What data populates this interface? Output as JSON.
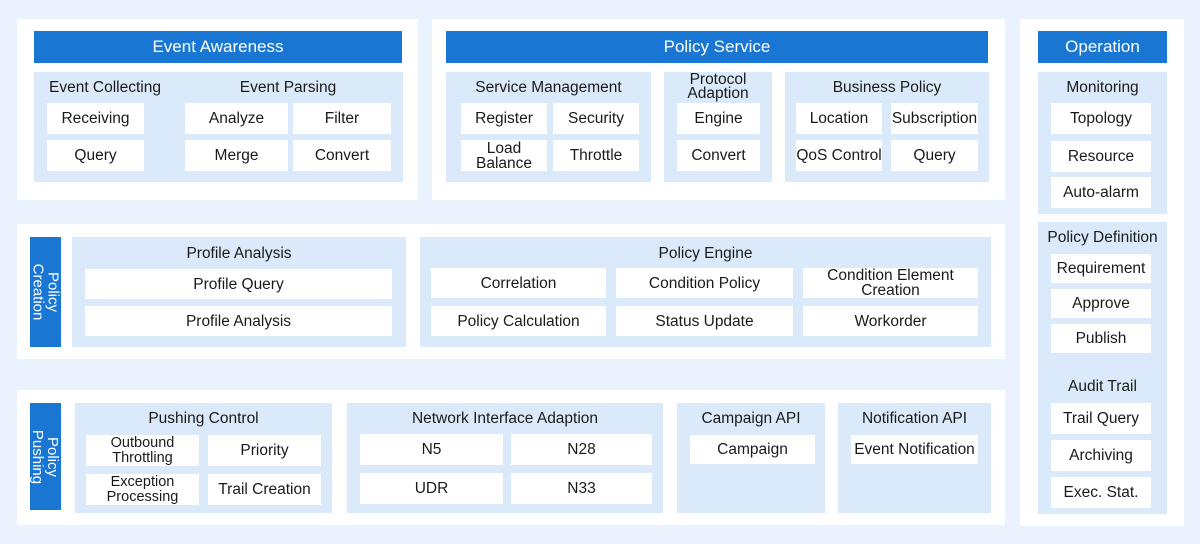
{
  "colors": {
    "background": "#eaf3fd",
    "panel": "#ffffff",
    "group": "#dbeafa",
    "header": "#1976d2",
    "box": "#ffffff"
  },
  "event_awareness": {
    "title": "Event Awareness",
    "event_collecting": {
      "title": "Event Collecting",
      "items": [
        "Receiving",
        "Query"
      ]
    },
    "event_parsing": {
      "title": "Event Parsing",
      "items": [
        "Analyze",
        "Filter",
        "Merge",
        "Convert"
      ]
    }
  },
  "policy_service": {
    "title": "Policy Service",
    "service_management": {
      "title": "Service Management",
      "items": [
        "Register",
        "Security",
        "Load\nBalance",
        "Throttle"
      ]
    },
    "protocol_adaption": {
      "title": "Protocol\nAdaption",
      "items": [
        "Engine",
        "Convert"
      ]
    },
    "business_policy": {
      "title": "Business Policy",
      "items": [
        "Location",
        "Subscription",
        "QoS Control",
        "Query"
      ]
    }
  },
  "operation": {
    "title": "Operation",
    "monitoring": {
      "title": "Monitoring",
      "items": [
        "Topology",
        "Resource",
        "Auto-alarm"
      ]
    },
    "policy_definition": {
      "title": "Policy Definition",
      "items": [
        "Requirement",
        "Approve",
        "Publish"
      ]
    },
    "audit_trail": {
      "title": "Audit Trail",
      "items": [
        "Trail Query",
        "Archiving",
        "Exec. Stat."
      ]
    }
  },
  "policy_creation": {
    "title": "Policy\nCreation",
    "profile_analysis": {
      "title": "Profile Analysis",
      "items": [
        "Profile Query",
        "Profile Analysis"
      ]
    },
    "policy_engine": {
      "title": "Policy Engine",
      "items": [
        "Correlation",
        "Condition Policy",
        "Condition Element\nCreation",
        "Policy Calculation",
        "Status Update",
        "Workorder"
      ]
    }
  },
  "policy_pushing": {
    "title": "Policy\nPushing",
    "pushing_control": {
      "title": "Pushing Control",
      "items": [
        "Outbound\nThrottling",
        "Priority",
        "Exception\nProcessing",
        "Trail Creation"
      ]
    },
    "network_interface_adaption": {
      "title": "Network Interface Adaption",
      "items": [
        "N5",
        "N28",
        "UDR",
        "N33"
      ]
    },
    "campaign_api": {
      "title": "Campaign API",
      "items": [
        "Campaign"
      ]
    },
    "notification_api": {
      "title": "Notification API",
      "items": [
        "Event Notification"
      ]
    }
  }
}
